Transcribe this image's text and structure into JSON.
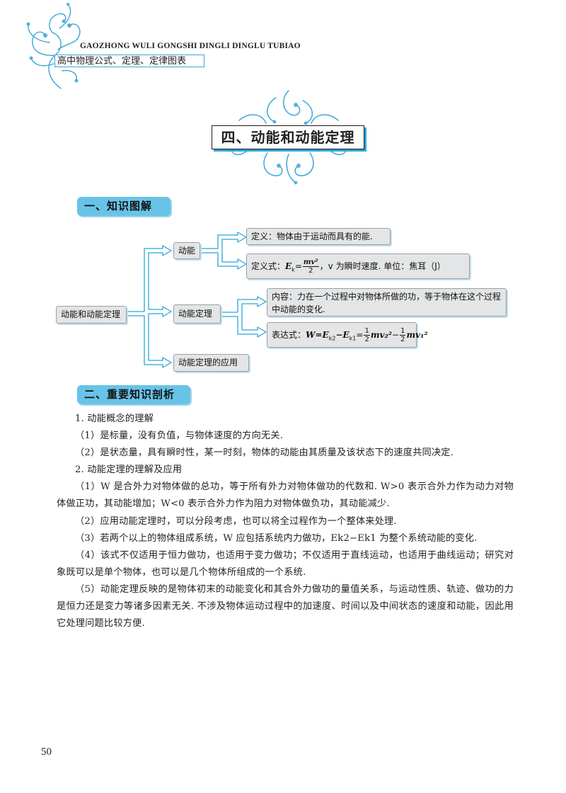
{
  "header": {
    "en": "GAOZHONG WULI GONGSHI DINGLI DINGLU TUBIAO",
    "cn": "高中物理公式、定理、定律图表"
  },
  "title": "四、动能和动能定理",
  "sections": {
    "s1": "一、知识图解",
    "s2": "二、重要知识剖析"
  },
  "diagram": {
    "root": "动能和动能定理",
    "b1": "动能",
    "b2": "动能定理",
    "b3": "动能定理的应用",
    "b1_def": "定义：物体由于运动而具有的能.",
    "b1_formula_prefix": "定义式：",
    "b1_formula_E": "E",
    "b1_formula_k": "k",
    "b1_formula_eq": "=",
    "b1_formula_num": "mv²",
    "b1_formula_den": "2",
    "b1_formula_suffix": "，v 为瞬时速度. 单位：焦耳（J）",
    "b2_content": "内容：力在一个过程中对物体所做的功，等于物体在这个过程中动能的变化.",
    "b2_expr_prefix": "表达式：",
    "b2_expr_W": "W=E",
    "b2_expr_k2": "k2",
    "b2_expr_minus": "−E",
    "b2_expr_k1": "k1",
    "b2_expr_eq": "=",
    "b2_expr_half": "1",
    "b2_expr_den": "2",
    "b2_expr_mv2": "mv₂²",
    "b2_expr_mid": "−",
    "b2_expr_mv1": "mv₁²"
  },
  "content": [
    "1. 动能概念的理解",
    "（1）是标量，没有负值，与物体速度的方向无关.",
    "（2）是状态量，具有瞬时性，某一时刻，物体的动能由其质量及该状态下的速度共同决定.",
    "2. 动能定理的理解及应用",
    "（1）W 是合外力对物体做的总功，等于所有外力对物体做功的代数和. W>0 表示合外力作为动力对物体做正功，其动能增加；W<0 表示合外力作为阻力对物体做负功，其动能减少.",
    "（2）应用动能定理时，可以分段考虑，也可以将全过程作为一个整体来处理.",
    "（3）若两个以上的物体组成系统，W 应包括系统内力做功，Ek2−Ek1 为整个系统动能的变化.",
    "（4）该式不仅适用于恒力做功，也适用于变力做功；不仅适用于直线运动，也适用于曲线运动；研究对象既可以是单个物体，也可以是几个物体所组成的一个系统.",
    "（5）动能定理反映的是物体初末的动能变化和其合外力做功的量值关系，与运动性质、轨迹、做功的力是恒力还是变力等诸多因素无关. 不涉及物体运动过程中的加速度、时间以及中间状态的速度和动能，因此用它处理问题比较方便."
  ],
  "page_number": "50",
  "colors": {
    "accent": "#2ba4d6",
    "tag": "#68c3e8",
    "node_bg": "#e4e5e6"
  },
  "icons": [
    "floral-ornament-icon",
    "arrow-right-icon"
  ]
}
